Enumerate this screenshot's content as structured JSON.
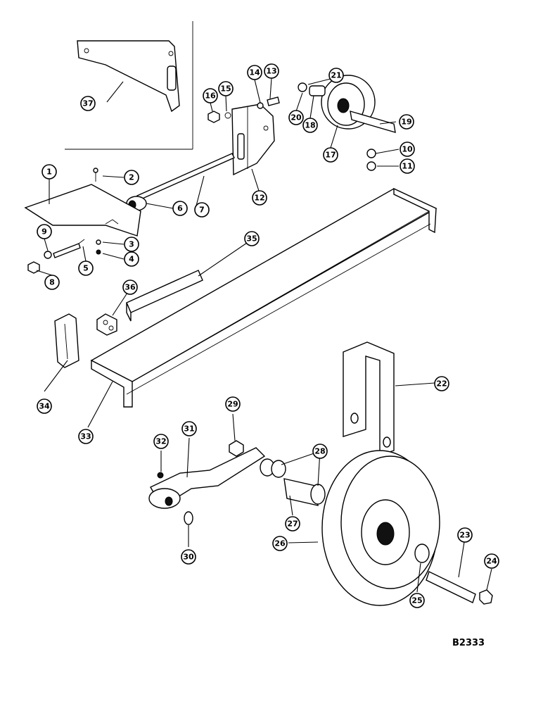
{
  "diagram": {
    "reference_code": "B2333",
    "callouts": [
      "1",
      "2",
      "3",
      "4",
      "5",
      "6",
      "7",
      "8",
      "9",
      "10",
      "11",
      "12",
      "13",
      "14",
      "15",
      "16",
      "17",
      "18",
      "19",
      "20",
      "21",
      "22",
      "23",
      "24",
      "25",
      "26",
      "27",
      "28",
      "29",
      "30",
      "31",
      "32",
      "33",
      "34",
      "35",
      "36",
      "37"
    ]
  }
}
